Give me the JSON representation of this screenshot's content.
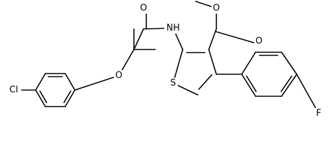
{
  "molecule": {
    "atoms": {
      "oxygen_carbonyl_amide": "O",
      "nitrogen_amide": "NH",
      "oxygen_carbonyl_ester": "O",
      "oxygen_ester": "O",
      "oxygen_ether": "O",
      "sulfur_thiophene": "S",
      "chlorine": "Cl",
      "fluorine": "F"
    },
    "colors": {
      "bond": "#000000",
      "label": "#000000",
      "background": "#ffffff"
    }
  }
}
